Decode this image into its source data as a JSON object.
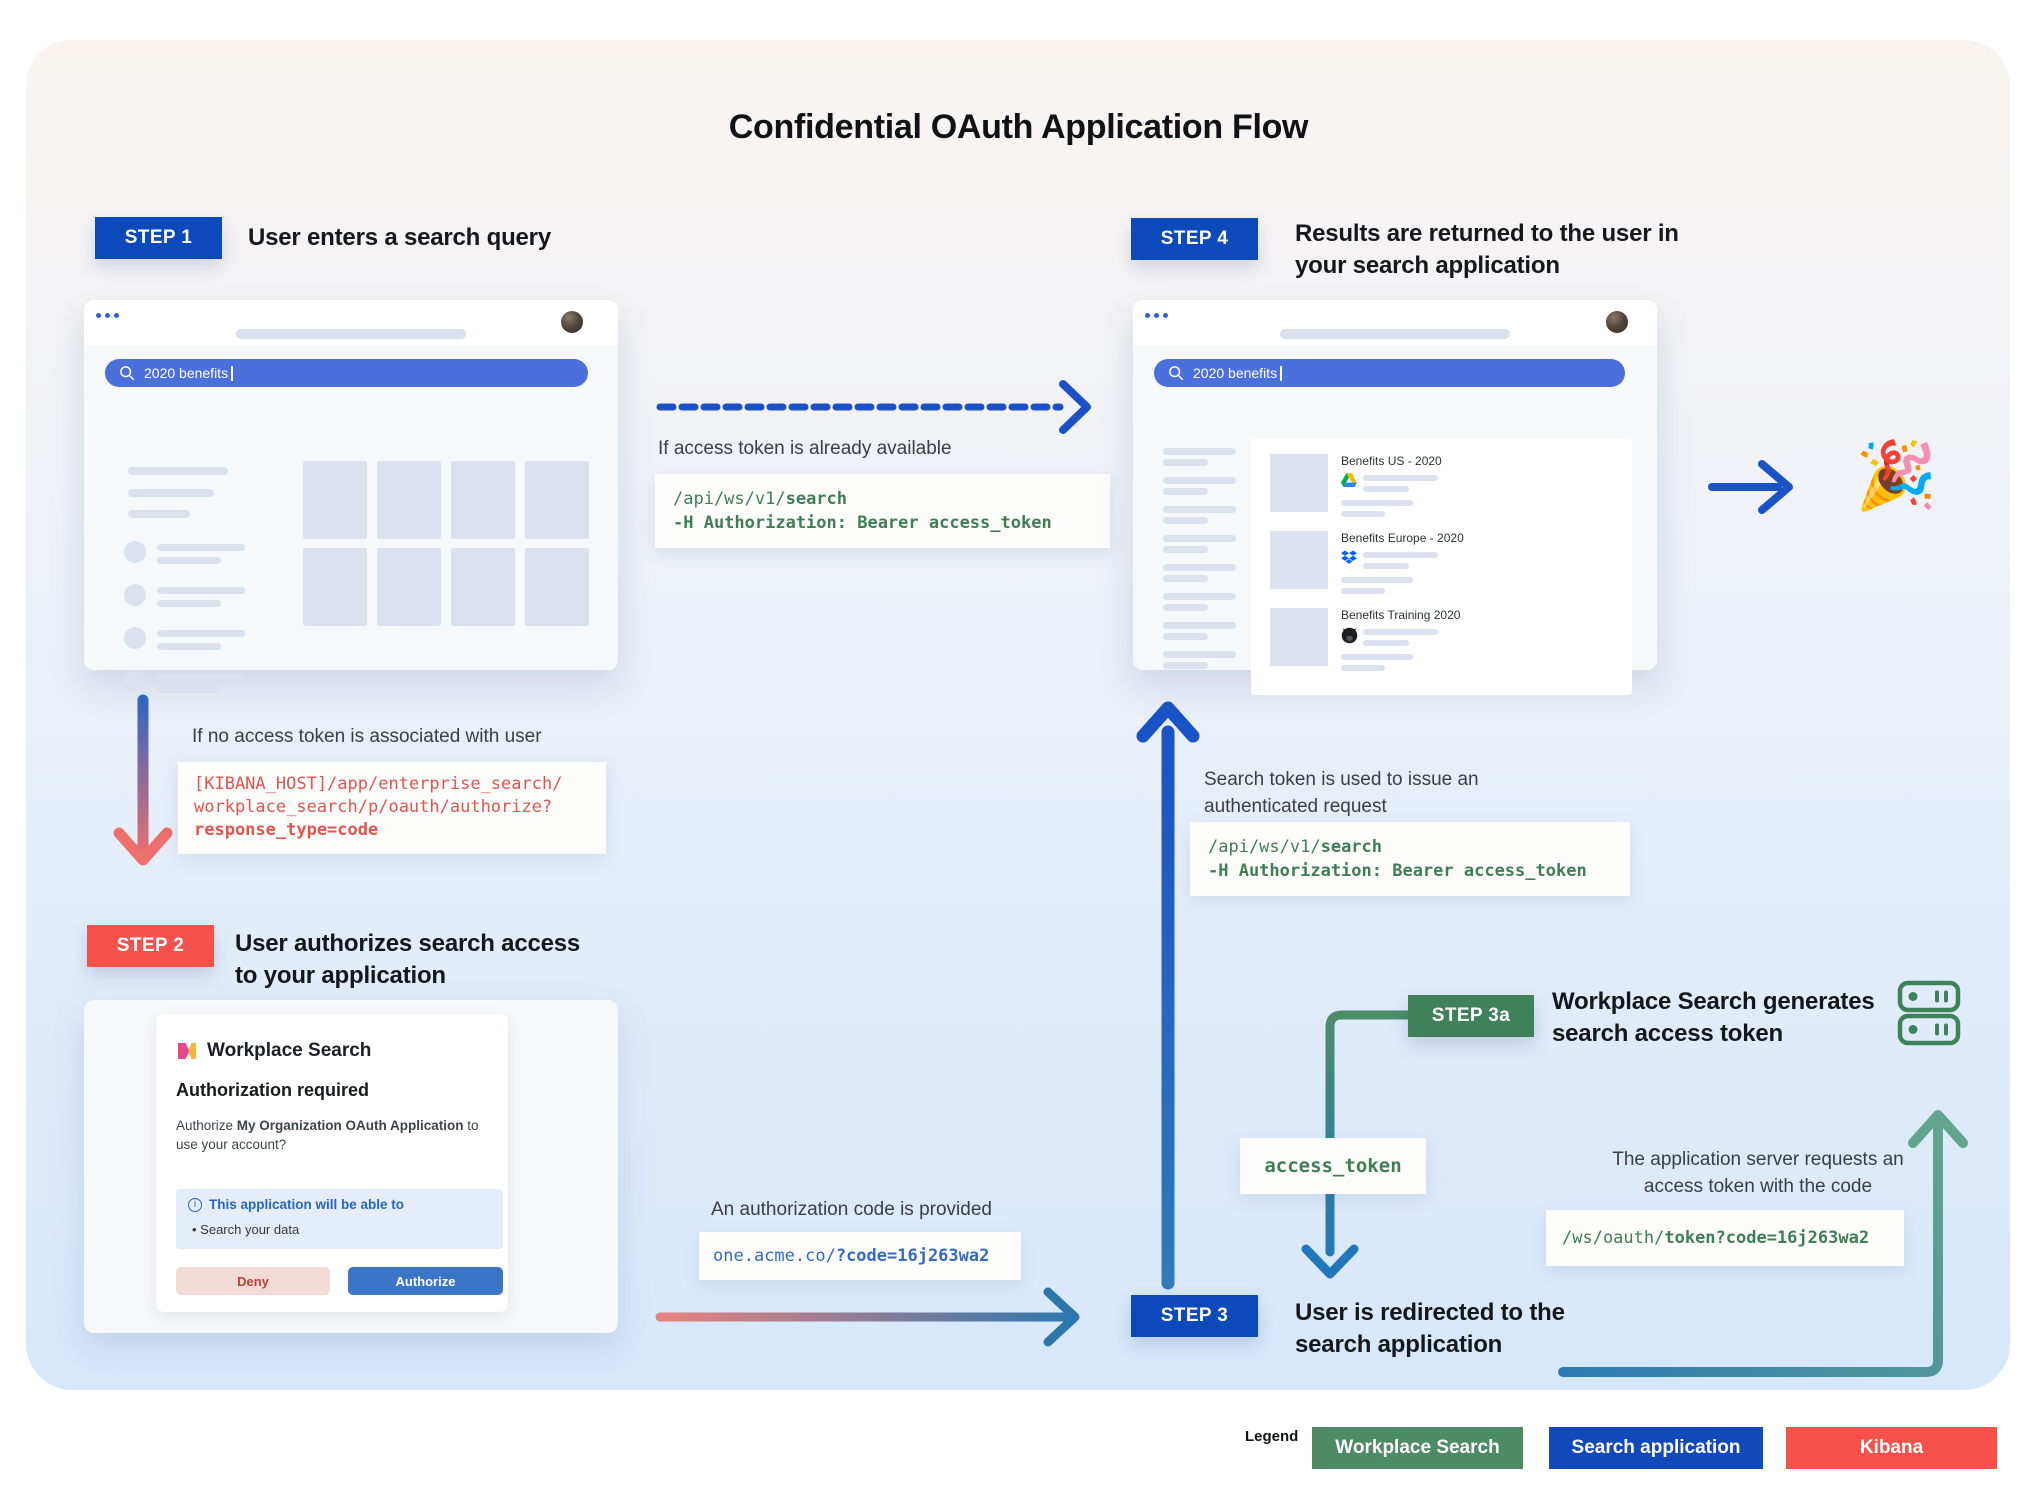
{
  "title": "Confidential OAuth Application Flow",
  "steps": {
    "step1": {
      "badge": "STEP 1",
      "heading": "User enters a search query"
    },
    "step2": {
      "badge": "STEP 2",
      "heading": "User authorizes search access to your application"
    },
    "step3": {
      "badge": "STEP 3",
      "heading": "User is redirected to the search application"
    },
    "step3a": {
      "badge": "STEP 3a",
      "heading": "Workplace Search generates search access token"
    },
    "step4": {
      "badge": "STEP 4",
      "heading": "Results are returned to the user in your search application"
    }
  },
  "search_app": {
    "query": "2020 benefits"
  },
  "results_app": {
    "query": "2020 benefits",
    "results": [
      {
        "title": "Benefits US - 2020",
        "source": "google-drive"
      },
      {
        "title": "Benefits Europe - 2020",
        "source": "dropbox"
      },
      {
        "title": "Benefits Training 2020",
        "source": "github"
      }
    ]
  },
  "annotations": {
    "token_available": "If access token is already available",
    "no_token": "If no access token is associated with user",
    "auth_code": "An authorization code is provided",
    "search_token_used": "Search token is used to issue an authenticated request",
    "server_requests": "The application server requests an access token with the code"
  },
  "code": {
    "search_api": {
      "path": "/api/ws/v1/",
      "path_bold": "search",
      "header": "-H Authorization: Bearer access_token"
    },
    "authorize_url": {
      "line1": "[KIBANA_HOST]/app/enterprise_search/",
      "line2": "workplace_search/p/oauth/authorize?",
      "line3": "response_type=code"
    },
    "redirect": {
      "base": "one.acme.co/",
      "param": "?code=16j263wa2"
    },
    "token": {
      "base": "/ws/oauth/",
      "param": "token?code=16j263wa2"
    },
    "access_token": "access_token"
  },
  "auth_dialog": {
    "brand": "Workplace Search",
    "heading": "Authorization required",
    "body_pre": "Authorize ",
    "body_app": "My Organization OAuth Application",
    "body_post": " to use your account?",
    "scope_title": "This application will be able to",
    "scope_item": "Search your data",
    "deny_label": "Deny",
    "authorize_label": "Authorize"
  },
  "legend": {
    "label": "Legend",
    "items": [
      {
        "label": "Workplace Search",
        "color": "#4c8b64"
      },
      {
        "label": "Search application",
        "color": "#1149bb"
      },
      {
        "label": "Kibana",
        "color": "#f8504b"
      }
    ]
  },
  "celebration_emoji": "🎉",
  "colors": {
    "step_blue": "#0c49bb",
    "step_red": "#f8504b",
    "step_green": "#3f8159",
    "code_green": "#3f7e53",
    "code_red": "#e4534e",
    "code_blue": "#3568c5",
    "search_pill_blue": "#4b70dc"
  }
}
